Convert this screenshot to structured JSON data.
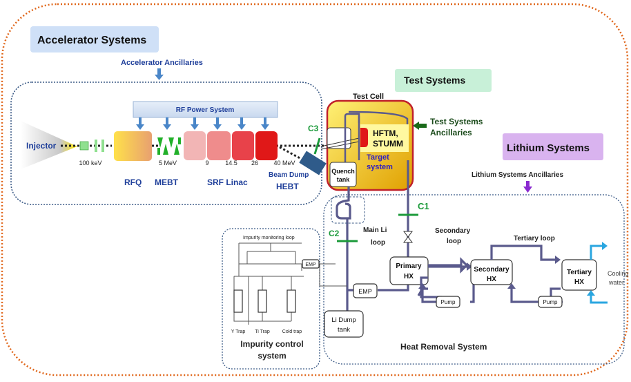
{
  "colors": {
    "outer_border": "#e0661a",
    "dotted_border": "#3b5a86",
    "title_blue": "#1f3f9a",
    "green_mark": "#1b9a3a",
    "pipe": "#5a5a8c",
    "cooling": "#2aa6e0",
    "lithium_box": "#d9b3ef",
    "test_box": "#c8f0d8",
    "accel_box": "#cfe0f7",
    "rfq_gradient": [
      "#ffe14a",
      "#e8a070"
    ],
    "linac_colors": [
      "#f2b5b5",
      "#ef8c8c",
      "#e8424a",
      "#e01818"
    ],
    "test_cell_fill": [
      "#fff176",
      "#e0a000"
    ],
    "test_cell_border": "#c0202a",
    "arrow_accel": "#4a86c8",
    "arrow_test": "#1a6a1a",
    "arrow_lithium": "#8a2ad0"
  },
  "icons": {
    "injector": "cone-icon",
    "valve": "valve-icon",
    "hx": "heat-exchanger-icon"
  },
  "accelerator": {
    "title": "Accelerator Systems",
    "ancillaries": "Accelerator Ancillaries",
    "rf_power": "RF Power System",
    "injector": "Injector",
    "energy_labels": [
      "100 keV",
      "5 MeV",
      "9",
      "14.5",
      "26",
      "40 MeV"
    ],
    "rfq": "RFQ",
    "mebt": "MEBT",
    "srf_linac": "SRF Linac",
    "beam_dump": "Beam Dump",
    "hebt": "HEBT"
  },
  "test": {
    "title": "Test Systems",
    "cell": "Test Cell",
    "ancillaries_line1": "Test Systems",
    "ancillaries_line2": "Ancillaries",
    "hftm_line1": "HFTM,",
    "hftm_line2": "STUMM",
    "target_line1": "Target",
    "target_line2": "system",
    "quench_line1": "Quench",
    "quench_line2": "tank"
  },
  "lithium": {
    "title": "Lithium Systems",
    "ancillaries": "Lithium Systems Ancillaries",
    "c1": "C1",
    "c2": "C2",
    "c3": "C3",
    "main_loop_line1": "Main Li",
    "main_loop_line2": "loop",
    "secondary_loop_line1": "Secondary",
    "secondary_loop_line2": "loop",
    "tertiary_loop": "Tertiary loop",
    "primary_hx_line1": "Primary",
    "primary_hx_line2": "HX",
    "secondary_hx_line1": "Secondary",
    "secondary_hx_line2": "HX",
    "tertiary_hx_line1": "Tertiary",
    "tertiary_hx_line2": "HX",
    "cooling_line1": "Cooling",
    "cooling_line2": "water",
    "emp": "EMP",
    "pump": "Pump",
    "dump_line1": "Li Dump",
    "dump_line2": "tank",
    "heat_removal": "Heat Removal System"
  },
  "impurity": {
    "monitoring": "Impurity monitoring loop",
    "emp": "EMP",
    "traps": [
      "Y Trap",
      "Ti Trap",
      "Cold trap"
    ],
    "title_line1": "Impurity control",
    "title_line2": "system"
  }
}
